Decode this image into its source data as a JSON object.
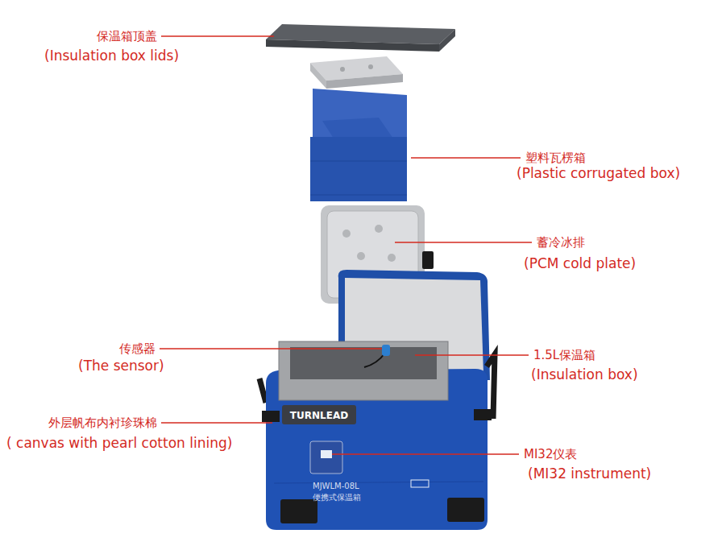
{
  "diagram": {
    "labels": [
      "保温箱顶盖",
      "(Insulation box lids)",
      "塑料瓦楞箱",
      "(Plastic corrugated box)",
      "蓄冷冰排",
      "(PCM cold plate)",
      "传感器",
      "(The sensor)",
      "1.5L保温箱",
      "(Insulation box)",
      "外层帆布内衬珍珠棉",
      "( canvas with pearl cotton lining)",
      "MI32仪表",
      "(MI32 instrument)",
      "TURNLEAD",
      "MJWLM-08L",
      "便携式保温箱"
    ]
  }
}
